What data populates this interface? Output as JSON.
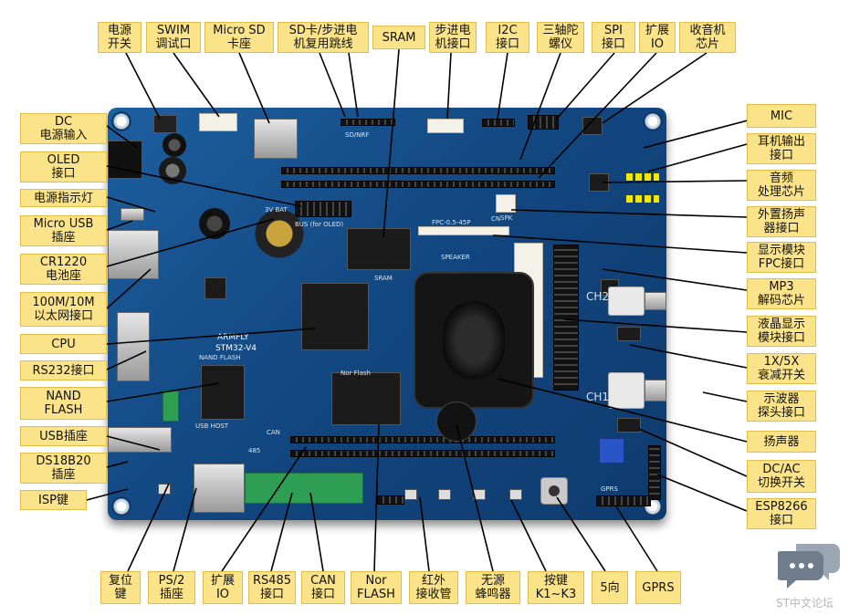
{
  "labels": {
    "power_switch": "电源\n开关",
    "swim": "SWIM\n调试口",
    "micro_sd": "Micro SD\n卡座",
    "sd_stepper_jumper": "SD卡/步进电\n机复用跳线",
    "sram": "SRAM",
    "stepper_port": "步进电\n机接口",
    "i2c": "I2C\n接口",
    "gyro": "三轴陀\n螺仪",
    "spi": "SPI\n接口",
    "expansion_io_top": "扩展\nIO",
    "radio_chip": "收音机\n芯片",
    "dc_input": "DC\n电源输入",
    "oled": "OLED\n接口",
    "power_led": "电源指示灯",
    "micro_usb": "Micro USB\n插座",
    "cr1220": "CR1220\n电池座",
    "ethernet": "100M/10M\n以太网接口",
    "cpu": "CPU",
    "rs232": "RS232接口",
    "nand": "NAND\nFLASH",
    "usb_socket": "USB插座",
    "ds18b20": "DS18B20\n插座",
    "isp_key": "ISP键",
    "mic": "MIC",
    "headphone": "耳机输出\n接口",
    "audio_chip": "音频\n处理芯片",
    "ext_speaker": "外置扬声\n器接口",
    "display_fpc": "显示模块\nFPC接口",
    "mp3_chip": "MP3\n解码芯片",
    "lcd_port": "液晶显示\n模块接口",
    "attenuation": "1X/5X\n衰减开关",
    "probe_port": "示波器\n探头接口",
    "speaker": "扬声器",
    "dc_ac_switch": "DC/AC\n切换开关",
    "esp8266": "ESP8266\n接口",
    "reset_key": "复位\n键",
    "ps2": "PS/2\n插座",
    "expansion_io_bottom": "扩展\nIO",
    "rs485": "RS485\n接口",
    "can": "CAN\n接口",
    "nor_flash": "Nor\nFLASH",
    "ir_receiver": "红外\n接收管",
    "buzzer": "无源\n蜂鸣器",
    "keys": "按键\nK1~K3",
    "five_way": "5向",
    "gprs": "GPRS"
  },
  "board_text": {
    "mcu_brand": "ARMFLY",
    "mcu_model": "STM32-V4",
    "nor_flash": "Nor Flash",
    "nand_flash": "NAND FLASH",
    "sram": "SRAM",
    "ch1": "CH1",
    "ch2": "CH2",
    "fpc": "FPC-0.5-45P",
    "cn": "CN",
    "spk": "SPK",
    "speaker": "SPEAKER",
    "bat": "3V BAT",
    "can": "CAN",
    "rs485": "485",
    "usb_host": "USB HOST",
    "sd_spi": "SD/NRF",
    "oled": "BUS (for OLED)",
    "gprs": "GPRS"
  },
  "watermark": {
    "site": "ST中文论坛"
  },
  "colors": {
    "label_fill": "#fbe389",
    "label_border": "#e2bd47",
    "board": "#15518f",
    "leader": "#000000"
  }
}
